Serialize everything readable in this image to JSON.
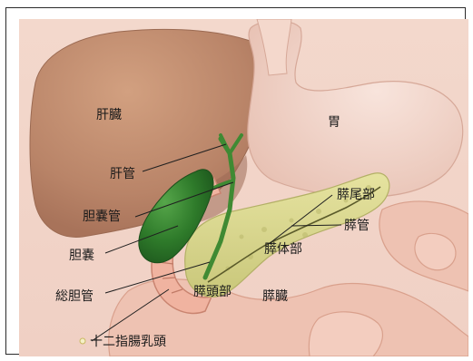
{
  "labels": {
    "liver": "肝臓",
    "stomach": "胃",
    "hepatic_duct": "肝管",
    "cystic_duct": "胆嚢管",
    "gallbladder": "胆嚢",
    "common_bile_duct": "総胆管",
    "pancreas_tail": "膵尾部",
    "pancreatic_duct": "膵管",
    "pancreas_body": "膵体部",
    "pancreas_head": "膵頭部",
    "pancreas": "膵臓",
    "duodenal_papilla": "十二指腸乳頭"
  }
}
